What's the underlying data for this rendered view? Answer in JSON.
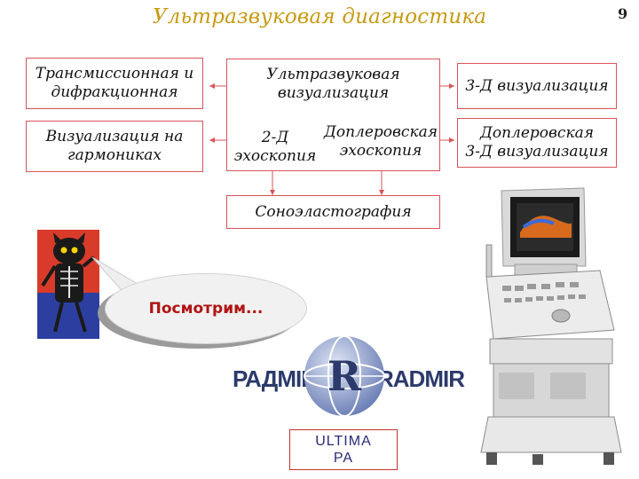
{
  "header": {
    "title": "Ультразвуковая диагностика",
    "page_number": "9"
  },
  "diagram": {
    "left_boxes": [
      "Трансмиссионная и\nдифракционная",
      "Визуализация на\nгармониках"
    ],
    "center_top": "Ультразвуковая\nвизуализация",
    "center_bottom_left": "2-Д\nэхоскопия",
    "center_bottom_right": "Доплеровская\nэхоскопия",
    "right_boxes": [
      "3-Д визуализация",
      "Доплеровская\n3-Д  визуализация"
    ],
    "bottom_box": "Соноэластография"
  },
  "bubble": {
    "text": "Посмотрим..."
  },
  "logo": {
    "left_text": "РАДМІР",
    "right_text": "RADMIR"
  },
  "product_label": {
    "line1": "ULTIMA",
    "line2": "PA"
  },
  "colors": {
    "title": "#c79a12",
    "box_border": "#d9545a",
    "arrow": "#d9545a",
    "bubble_text": "#b11414",
    "logo": "#2c3a6b"
  },
  "icons": [
    "cartoon-character-image",
    "radmir-globe-logo",
    "ultrasound-machine-image"
  ]
}
